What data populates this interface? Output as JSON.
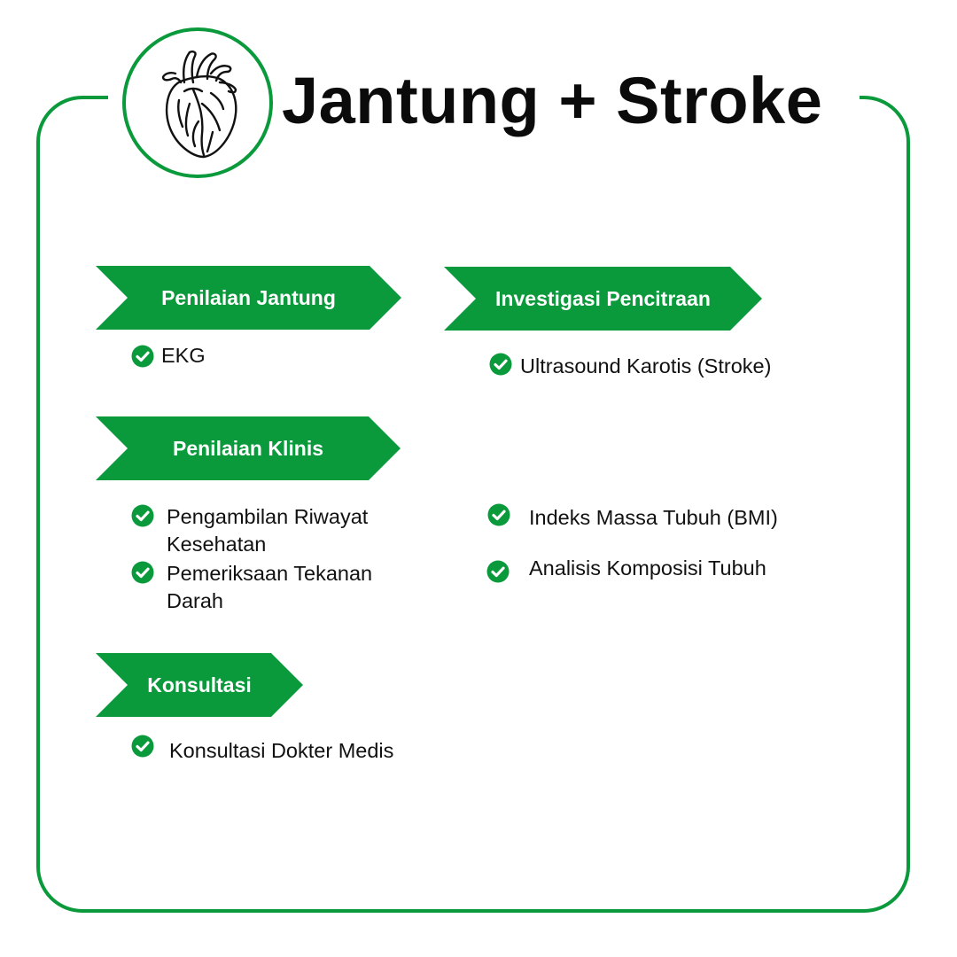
{
  "title": "Jantung + Stroke",
  "icons": {
    "header": "anatomical-heart-icon",
    "bullet": "check-circle-icon"
  },
  "colors": {
    "accent": "#0a9a3c",
    "text": "#111111",
    "tag_text": "#ffffff"
  },
  "sections": {
    "penilaian_jantung": {
      "label": "Penilaian Jantung",
      "items": [
        "EKG"
      ]
    },
    "investigasi_pencitraan": {
      "label": "Investigasi Pencitraan",
      "items": [
        "Ultrasound Karotis (Stroke)"
      ]
    },
    "penilaian_klinis": {
      "label": "Penilaian Klinis",
      "items": [
        "Pengambilan Riwayat Kesehatan",
        "Pemeriksaan Tekanan Darah",
        "Indeks Massa Tubuh (BMI)",
        "Analisis Komposisi Tubuh"
      ]
    },
    "konsultasi": {
      "label": "Konsultasi",
      "items": [
        "Konsultasi Dokter Medis"
      ]
    }
  }
}
